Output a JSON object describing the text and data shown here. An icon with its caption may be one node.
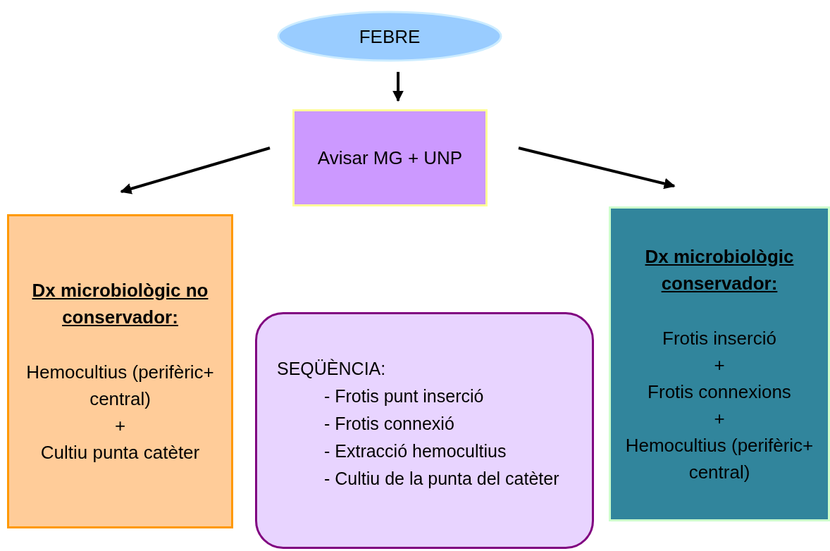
{
  "diagram": {
    "nodes": [
      {
        "text": [
          "FEBRE"
        ]
      },
      {
        "text": [
          "Avisar MG + UNP"
        ]
      },
      {
        "text": [
          "Dx microbiològic no conservador:",
          "Hemocultius (perifèric+ central)",
          "+",
          "Cultiu punta catèter"
        ]
      },
      {
        "text": [
          "SEQÜÈNCIA:",
          "- Frotis punt inserció",
          "- Frotis connexió",
          "- Extracció hemocultius",
          "- Cultiu de la punta del catèter"
        ]
      },
      {
        "text": [
          "Dx microbiològic conservador:",
          "Frotis inserció",
          "+",
          "Frotis connexions",
          "+",
          "Hemocultius (perifèric+ central)"
        ]
      }
    ],
    "edges": [
      {
        "from": 0,
        "to": 1,
        "arrow": "to"
      },
      {
        "from": 1,
        "to": 2,
        "arrow": "to"
      },
      {
        "from": 1,
        "to": 4,
        "arrow": "to"
      }
    ]
  }
}
